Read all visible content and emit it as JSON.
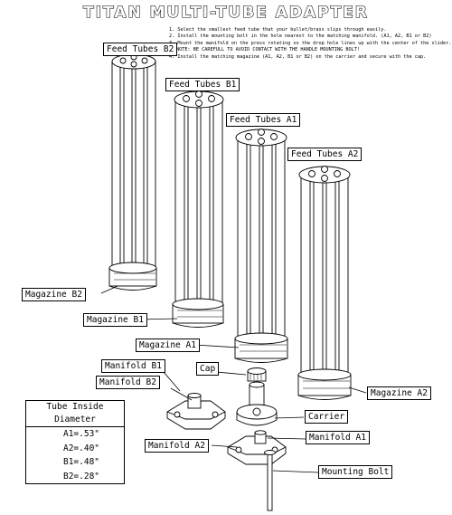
{
  "title": "TITAN MULTI-TUBE ADAPTER",
  "instructions": {
    "step1": "1. Select the smallest feed tube that your bullet/brass slips through easily.",
    "step2": "2. Install the mounting bolt in the hole nearest to the matching manifold. (A1, A2, B1 or B2)",
    "step3": "3. Mount the manifold on the press rotating so the drop hole lines up with the center of the slider.",
    "note": "NOTE: BE CAREFULL TO AVOID CONTACT WITH THE HANDLE MOUNTING BOLT!",
    "step4": "4. Install the matching magazine (A1, A2, B1 or B2) on the carrier and secure with the cap."
  },
  "labels": {
    "feed_tubes_b2": "Feed Tubes B2",
    "feed_tubes_b1": "Feed Tubes B1",
    "feed_tubes_a1": "Feed Tubes A1",
    "feed_tubes_a2": "Feed Tubes A2",
    "magazine_b2": "Magazine B2",
    "magazine_b1": "Magazine B1",
    "magazine_a1": "Magazine A1",
    "magazine_a2": "Magazine A2",
    "manifold_b1": "Manifold B1",
    "manifold_b2": "Manifold B2",
    "manifold_a1": "Manifold A1",
    "manifold_a2": "Manifold A2",
    "cap": "Cap",
    "carrier": "Carrier",
    "mounting_bolt": "Mounting Bolt"
  },
  "diameter_table": {
    "header": "Tube Inside Diameter",
    "rows": [
      "A1=.53\"",
      "A2=.40\"",
      "B1=.48\"",
      "B2=.28\""
    ]
  }
}
